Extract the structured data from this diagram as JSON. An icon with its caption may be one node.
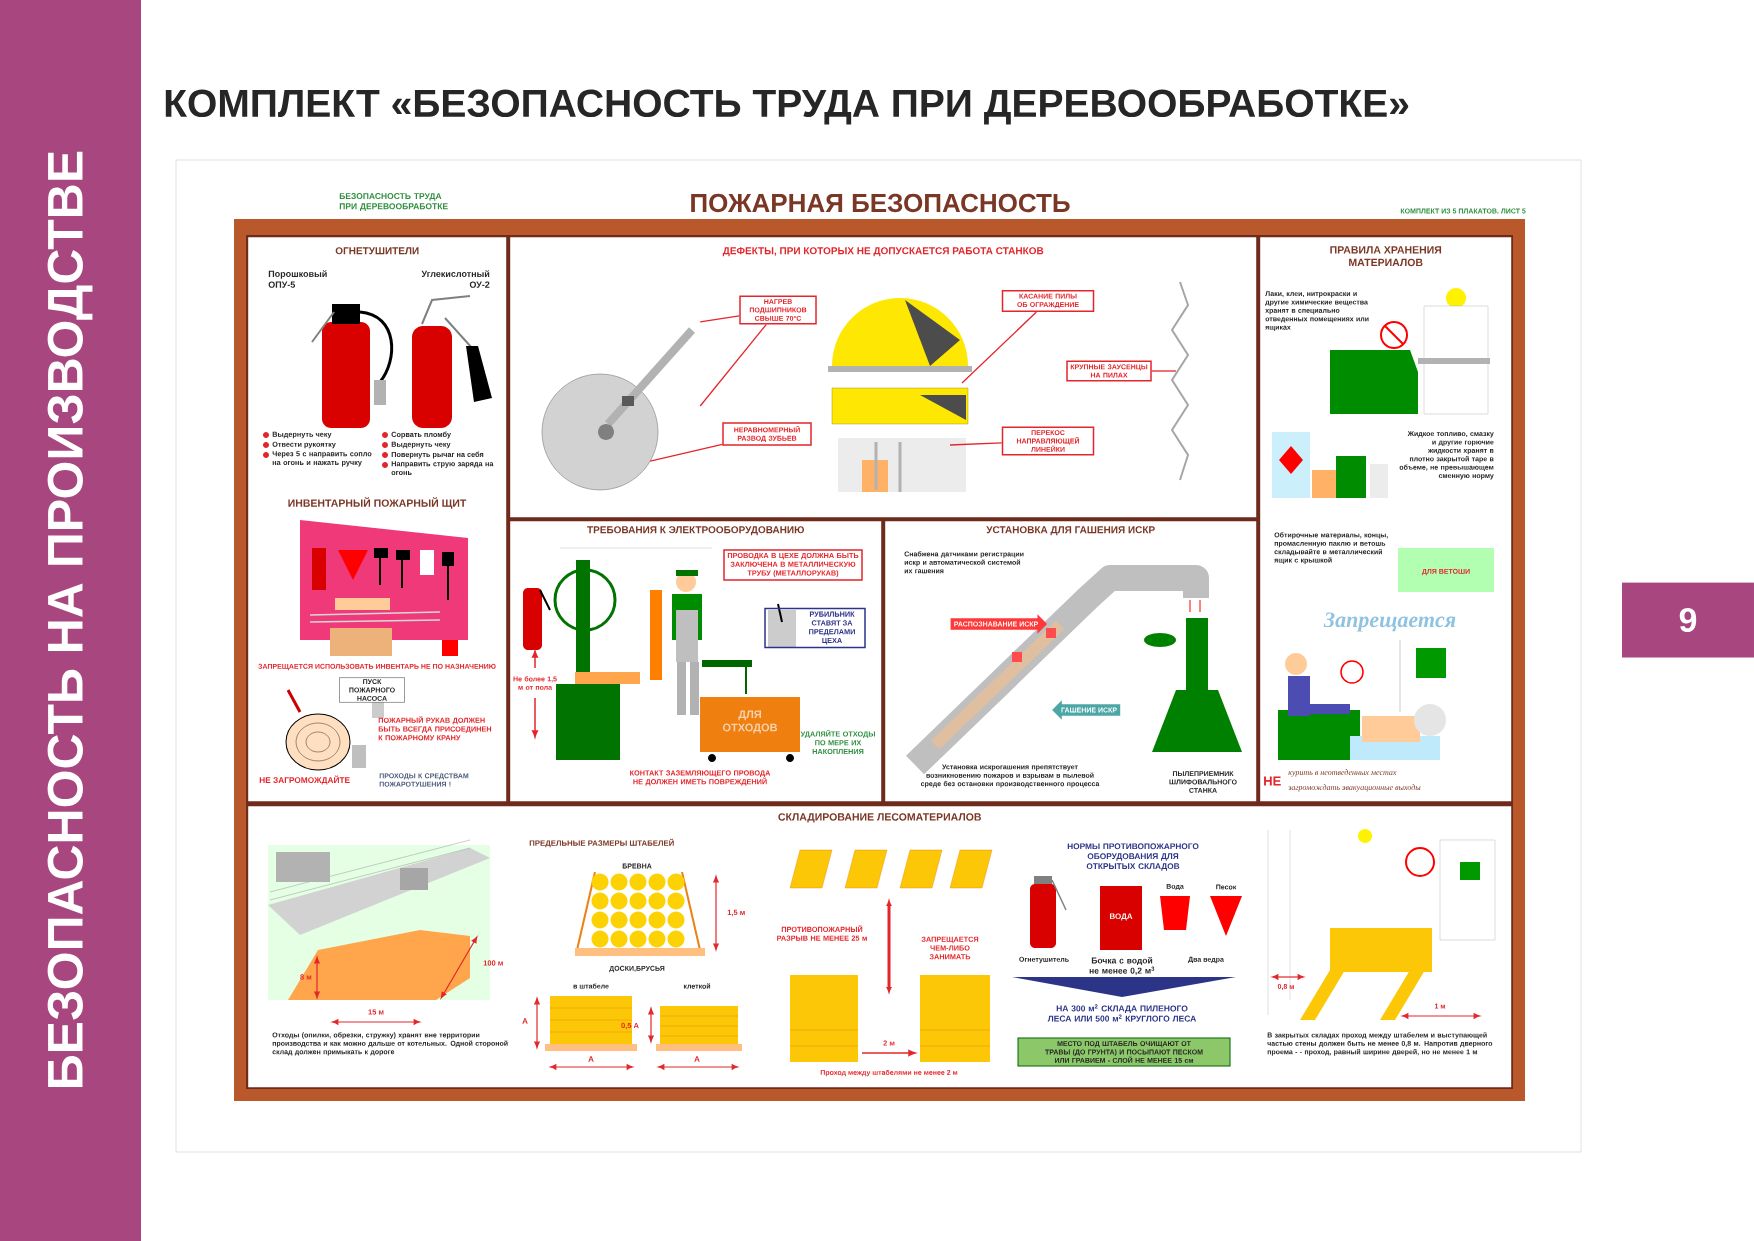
{
  "diagram": {
    "title": "КОМПЛЕКТ «БЕЗОПАСНОСТЬ ТРУДА ПРИ ДЕРЕВООБРАБОТКЕ»",
    "nodes": [
      {
        "text": [
          "ОГНЕТУШИТЕЛИ"
        ]
      },
      {
        "text": [
          "ДЕФЕКТЫ, ПРИ КОТОРЫХ НЕ ДОПУСКАЕТСЯ РАБОТА СТАНКОВ"
        ]
      },
      {
        "text": [
          "ПРАВИЛА ХРАНЕНИЯ МАТЕРИАЛОВ"
        ]
      },
      {
        "text": [
          "ТРЕБОВАНИЯ К ЭЛЕКТРООБОРУДОВАНИЮ"
        ]
      },
      {
        "text": [
          "УСТАНОВКА ДЛЯ ГАШЕНИЯ ИСКР"
        ]
      },
      {
        "text": [
          "СКЛАДИРОВАНИЕ ЛЕСОМАТЕРИАЛОВ"
        ]
      },
      {
        "text": [
          "НАГРЕВ ПОДШИПНИКОВ СВЫШЕ 70°C"
        ],
        "in": 1
      },
      {
        "text": [
          "НЕРАВНОМЕРНЫЙ РАЗВОД ЗУБЬЕВ"
        ],
        "in": 1
      },
      {
        "text": [
          "КАСАНИЕ ПИЛЫ ОБ ОГРАЖДЕНИЕ"
        ],
        "in": 1
      },
      {
        "text": [
          "КРУПНЫЕ ЗАУСЕНЦЫ НА ПИЛАХ"
        ],
        "in": 1
      },
      {
        "text": [
          "ПЕРЕКОС НАПРАВЛЯЮЩЕЙ ЛИНЕЙКИ"
        ],
        "in": 1
      },
      {
        "text": [
          "ПРОВОДКА В ЦЕХЕ ДОЛЖНА БЫТЬ ЗАКЛЮЧЕНА В МЕТАЛЛИЧЕСКУЮ ТРУБУ (МЕТАЛЛОРУКАВ)"
        ],
        "in": 3
      },
      {
        "text": [
          "РУБИЛЬНИК СТАВЯТ ЗА ПРЕДЕЛАМИ ЦЕХА"
        ],
        "in": 3
      },
      {
        "text": [
          "РАСПОЗНАВАНИЕ ИСКР"
        ],
        "in": 4
      },
      {
        "text": [
          "ГАШЕНИЕ ИСКР"
        ],
        "in": 4
      },
      {
        "text": [
          "МЕСТО ПОД ШТАБЕЛЬ ОЧИЩАЮТ ОТ ТРАВЫ (ДО ГРУНТА) И ПОСЫПАЮТ ПЕСКОМ ИЛИ ГРАВИЕМ - СЛОЙ НЕ МЕНЕЕ 15 см"
        ],
        "in": 5
      },
      {
        "text": [],
        "shape": "picture",
        "in": 1
      }
    ],
    "edges": [
      {
        "from": 6,
        "to": 16,
        "arrow": "none"
      },
      {
        "from": 6,
        "to": 16,
        "arrow": "none"
      },
      {
        "from": 7,
        "to": 16,
        "arrow": "none"
      },
      {
        "from": 8,
        "to": null,
        "arrow": "none"
      },
      {
        "from": 9,
        "to": null,
        "arrow": "none"
      },
      {
        "from": 10,
        "to": null,
        "arrow": "none"
      }
    ],
    "labels": [
      "БЕЗОПАСНОСТЬ НА ПРОИЗВОДСТВЕ",
      "9",
      "БЕЗОПАСНОСТЬ ТРУДА ПРИ ДЕРЕВООБРАБОТКЕ",
      "ПОЖАРНАЯ БЕЗОПАСНОСТЬ",
      "КОМПЛЕКТ ИЗ 5 ПЛАКАТОВ. ЛИСТ 5",
      "Порошковый ОПУ-5",
      "Углекислотный ОУ-2",
      "Выдернуть чеку",
      "Отвести рукоятку",
      "Через 5 с направить сопло на огонь и нажать ручку",
      "Сорвать пломбу",
      "Выдернуть чеку",
      "Повернуть рычаг на себя",
      "Направить струю заряда на огонь",
      "ИНВЕНТАРНЫЙ ПОЖАРНЫЙ ЩИТ",
      "ЗАПРЕЩАЕТСЯ ИСПОЛЬЗОВАТЬ ИНВЕНТАРЬ НЕ ПО НАЗНАЧЕНИЮ",
      "ПУСК ПОЖАРНОГО НАСОСА",
      "ПОЖАРНЫЙ РУКАВ ДОЛЖЕН БЫТЬ ВСЕГДА ПРИСОЕДИНЕН К ПОЖАРНОМУ КРАНУ",
      "НЕ ЗАГРОМОЖДАЙТЕ",
      "ПРОХОДЫ К СРЕДСТВАМ ПОЖАРОТУШЕНИЯ !",
      "Не более 1,5 м от пола",
      "ДЛЯ ОТХОДОВ",
      "УДАЛЯЙТЕ ОТХОДЫ ПО МЕРЕ ИХ НАКОПЛЕНИЯ",
      "КОНТАКТ ЗАЗЕМЛЯЮЩЕГО ПРОВОДА НЕ ДОЛЖЕН ИМЕТЬ ПОВРЕЖДЕНИЙ",
      "Снабжена датчиками регистрации искр и автоматической системой их гашения",
      "Установка искрогашения препятствует возникновению пожаров и взрывам в пылевой среде без остановки производственного процесса",
      "ПЫЛЕПРИЕМНИК ШЛИФОВАЛЬНОГО СТАНКА",
      "Лаки, клеи, нитрокраски и другие химические вещества хранят в специально отведенных помещениях или ящиках",
      "Жидкое топливо, смазку и другие горючие жидкости хранят в плотно закрытой таре в объеме, не превышающем сменную норму",
      "Обтирочные материалы, концы, промасленную паклю и ветошь складывайте в металлический ящик с крышкой",
      "ДЛЯ ВЕТОШИ",
      "Запрещается",
      "НЕ",
      "курить в неотведенных местах",
      "загромождать эвакуационные выходы",
      "8 м",
      "15 м",
      "100 м",
      "Отходы (опилки, обрезки, стружку) хранят вне территории производства и как можно дальше от котельных. Одной стороной склад должен примыкать к дороге",
      "ПРЕДЕЛЬНЫЕ РАЗМЕРЫ ШТАБЕЛЕЙ",
      "БРЕВНА",
      "1,5 м",
      "ДОСКИ,БРУСЬЯ",
      "в штабеле",
      "клеткой",
      "А",
      "А",
      "0,5 А",
      "А",
      "ПРОТИВОПОЖАРНЫЙ РАЗРЫВ НЕ МЕНЕЕ 25 м",
      "ЗАПРЕЩАЕТСЯ ЧЕМ-ЛИБО ЗАНИМАТЬ",
      "2 м",
      "Проход между штабелями не менее 2 м",
      "НОРМЫ ПРОТИВОПОЖАРНОГО ОБОРУДОВАНИЯ ДЛЯ ОТКРЫТЫХ СКЛАДОВ",
      "ВОДА",
      "Вода",
      "Песок",
      "Огнетушитель",
      "Бочка с водой не менее 0,2 м$^{3}$",
      "Два ведра",
      "НА 300 м$^{2}$ СКЛАДА ПИЛЕНОГО ЛЕСА ИЛИ 500 м$^{2}$ КРУГЛОГО ЛЕСА",
      "0,8 м",
      "1 м",
      "В закрытых складах проход между штабелем и выступающей частью стены должен быть не менее 0,8 м. Напротив дверного проема - - проход, равный ширине дверей, но не менее 1 м"
    ]
  }
}
